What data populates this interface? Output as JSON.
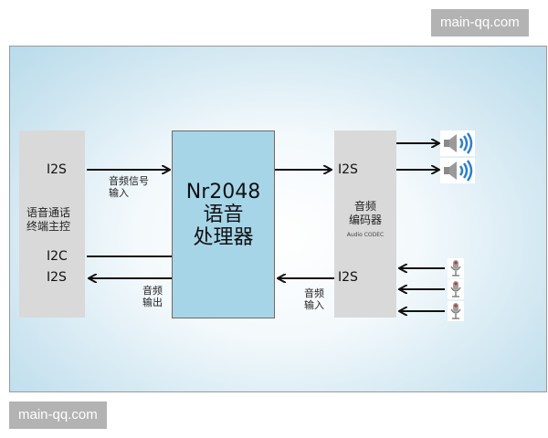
{
  "watermarks": {
    "top": "main-qq.com",
    "bottom": "main-qq.com"
  },
  "left_block": {
    "pin_top": "I2S",
    "title_line1": "语音通话",
    "title_line2": "终端主控",
    "pin_i2c": "I2C",
    "pin_i2s": "I2S"
  },
  "processor": {
    "line1": "Nr2048",
    "line2": "语音",
    "line3": "处理器"
  },
  "codec": {
    "pin_top": "I2S",
    "title_line1": "音频",
    "title_line2": "编码器",
    "subtitle": "Audio CODEC",
    "pin_bottom": "I2S"
  },
  "arrow_labels": {
    "audio_signal_in_1": "音频信号",
    "audio_signal_in_2": "输入",
    "audio_out_1": "音频",
    "audio_out_2": "输出",
    "audio_in_1": "音频",
    "audio_in_2": "输入"
  },
  "icons": {
    "speakers": [
      "speaker-icon",
      "speaker-icon"
    ],
    "microphones": [
      "microphone-icon",
      "microphone-icon",
      "microphone-icon"
    ]
  }
}
